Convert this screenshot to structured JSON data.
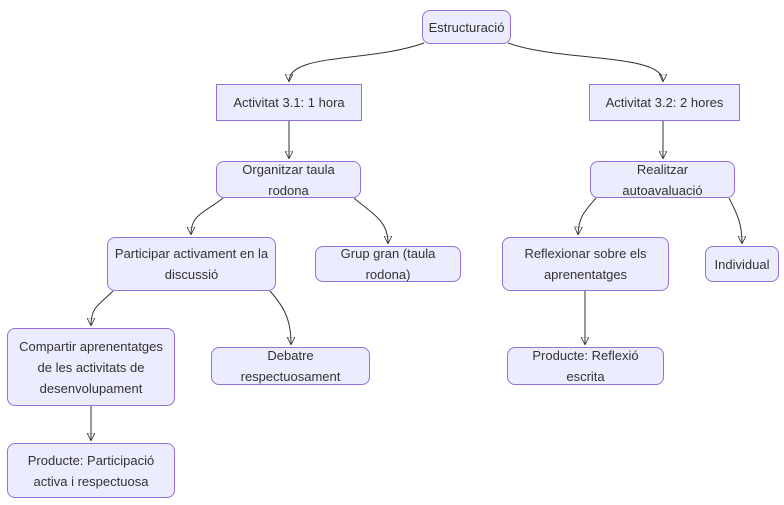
{
  "diagram": {
    "type": "flowchart",
    "direction": "top-down",
    "colors": {
      "node_fill": "#ECECFF",
      "node_border": "#9370DB",
      "text": "#333333",
      "edge": "#333333",
      "background": "#ffffff"
    },
    "nodes": {
      "estructuracio": {
        "label": "Estructuració"
      },
      "activitat31": {
        "label": "Activitat 3.1: 1 hora"
      },
      "activitat32": {
        "label": "Activitat 3.2: 2 hores"
      },
      "organitzar": {
        "label": "Organitzar taula rodona"
      },
      "realitzar": {
        "label": "Realitzar autoavaluació"
      },
      "participar": {
        "label": "Participar activament en la\ndiscussió"
      },
      "grupgran": {
        "label": "Grup gran (taula rodona)"
      },
      "reflexionar": {
        "label": "Reflexionar sobre els\naprenentatges"
      },
      "individual": {
        "label": "Individual"
      },
      "compartir": {
        "label": "Compartir aprenentatges\nde les activitats de\ndesenvolupament"
      },
      "debatre": {
        "label": "Debatre respectuosament"
      },
      "producte_reflexio": {
        "label": "Producte: Reflexió escrita"
      },
      "producte_participacio": {
        "label": "Producte: Participació\nactiva i respectuosa"
      }
    },
    "edges": [
      {
        "from": "estructuracio",
        "to": "activitat31"
      },
      {
        "from": "estructuracio",
        "to": "activitat32"
      },
      {
        "from": "activitat31",
        "to": "organitzar"
      },
      {
        "from": "activitat32",
        "to": "realitzar"
      },
      {
        "from": "organitzar",
        "to": "participar"
      },
      {
        "from": "organitzar",
        "to": "grupgran"
      },
      {
        "from": "realitzar",
        "to": "reflexionar"
      },
      {
        "from": "realitzar",
        "to": "individual"
      },
      {
        "from": "participar",
        "to": "compartir"
      },
      {
        "from": "participar",
        "to": "debatre"
      },
      {
        "from": "reflexionar",
        "to": "producte_reflexio"
      },
      {
        "from": "compartir",
        "to": "producte_participacio"
      }
    ]
  }
}
